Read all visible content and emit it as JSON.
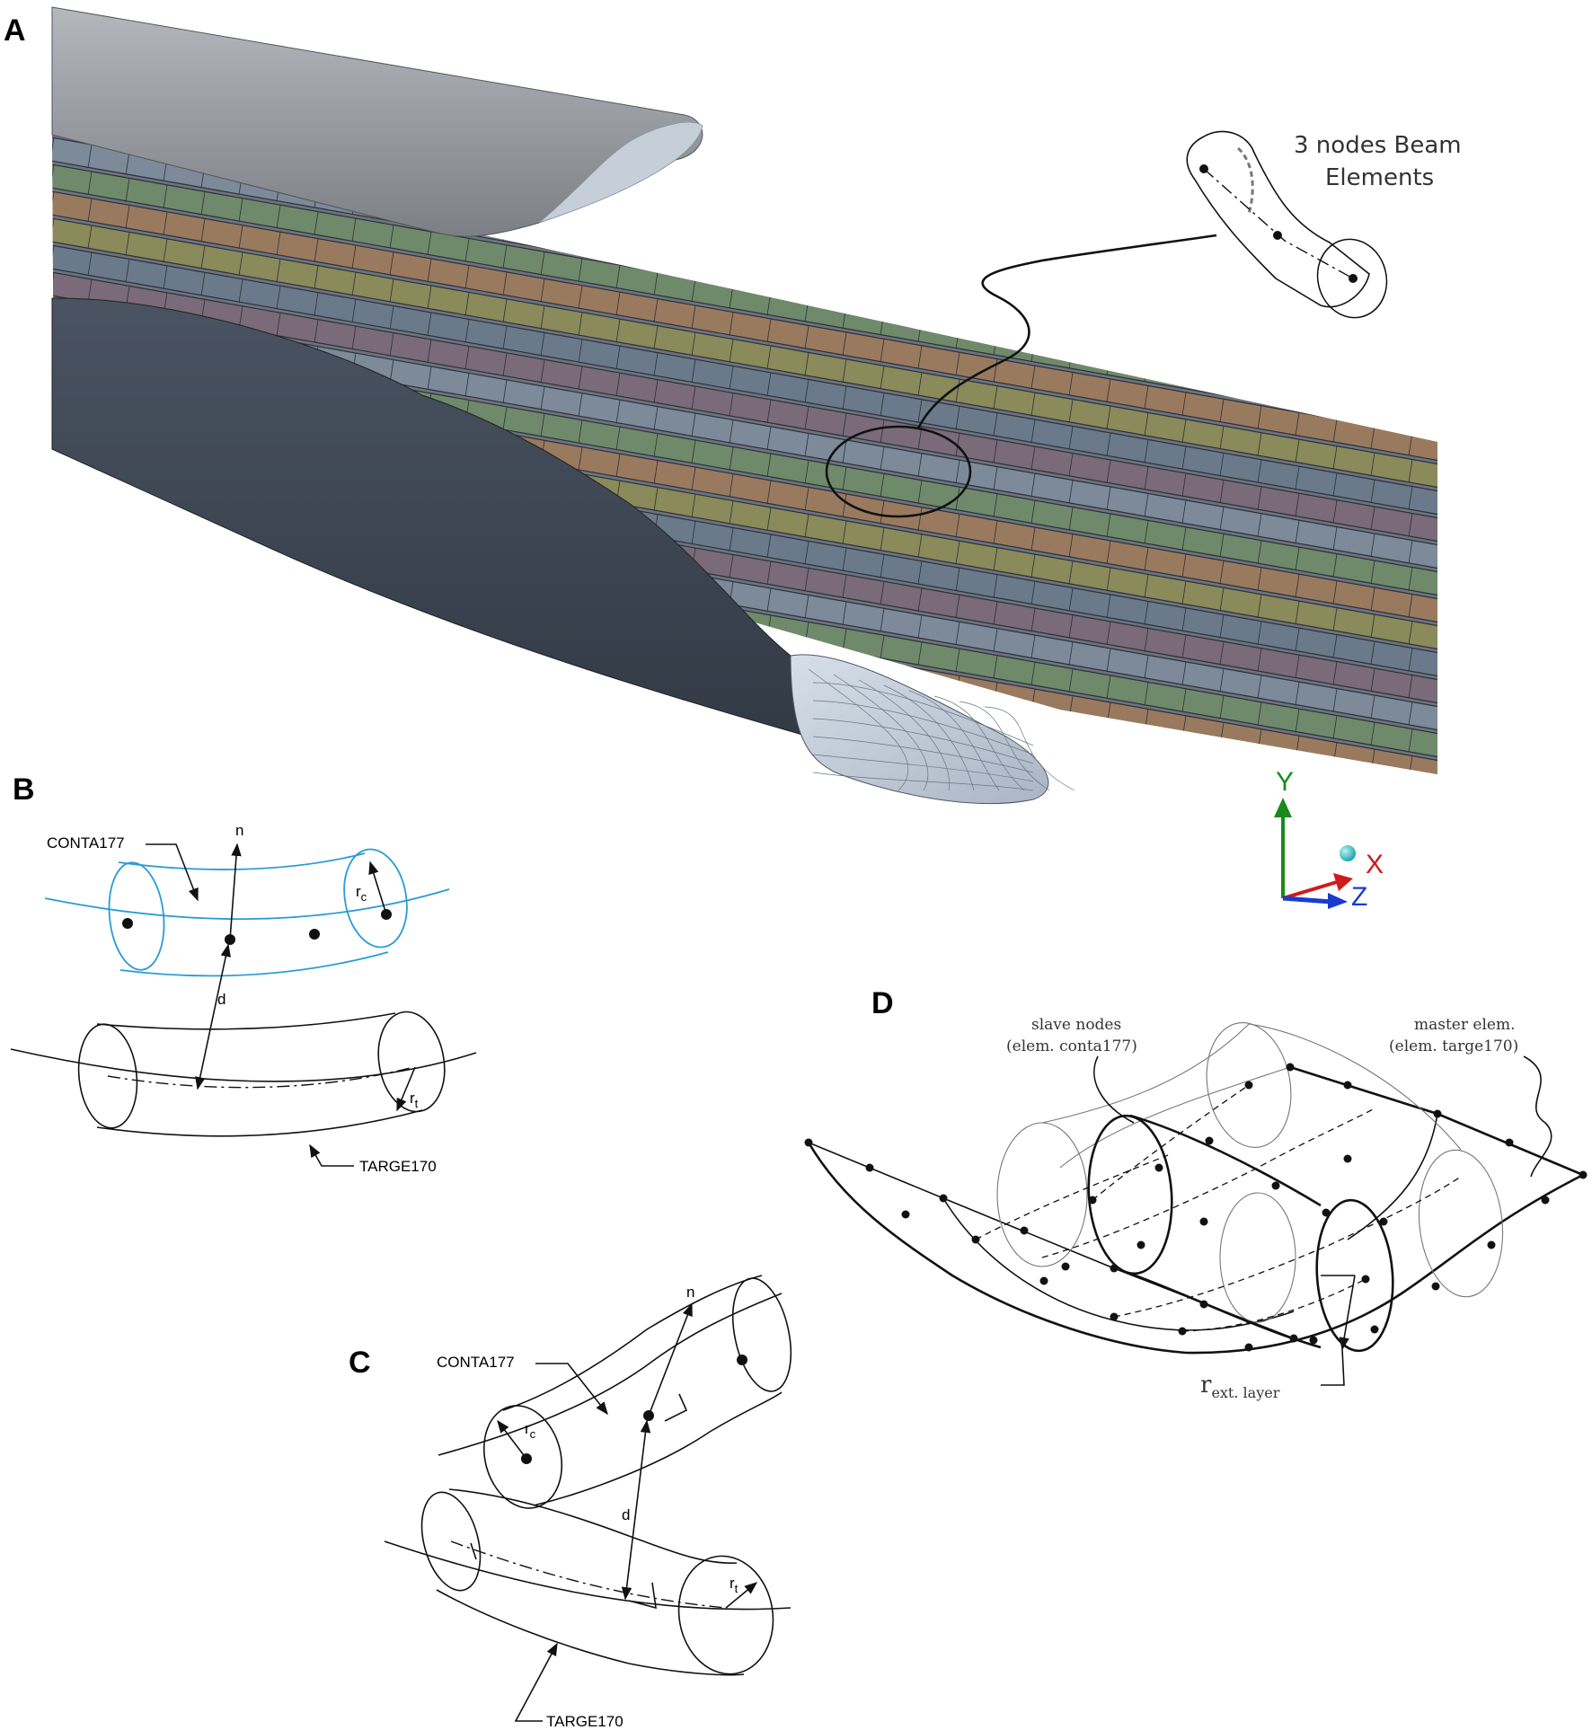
{
  "panels": {
    "a": {
      "label": "A",
      "callout_line1": "3 nodes Beam",
      "callout_line2": "Elements"
    },
    "b": {
      "label": "B",
      "conta": "CONTA177",
      "targe": "TARGE170",
      "n": "n",
      "d": "d",
      "rc_main": "r",
      "rc_sub": "c",
      "rt_main": "r",
      "rt_sub": "t"
    },
    "c": {
      "label": "C",
      "conta": "CONTA177",
      "targe": "TARGE170",
      "n": "n",
      "d": "d",
      "rc_main": "r",
      "rc_sub": "c",
      "rt_main": "r",
      "rt_sub": "t"
    },
    "d": {
      "label": "D",
      "slave_line1": "slave nodes",
      "slave_line2": "(elem. conta177)",
      "master_line1": "master elem.",
      "master_line2": "(elem. targe170)",
      "r_main": "r",
      "r_sub": "ext. layer"
    }
  },
  "axes": {
    "y": "Y",
    "x": "X",
    "z": "Z"
  },
  "colors": {
    "sheath_dark": "#3d4552",
    "sheath_light": "#9a9ea3",
    "mesh": "#c8d2de",
    "blue_contact": "#2a9bd6",
    "axis_y": "#1a8a1a",
    "axis_x": "#d01a1a",
    "axis_z": "#1a3ad0",
    "strand_colors": [
      "#7c8a9a",
      "#6f8a6a",
      "#9a7a5e",
      "#8a8a5a",
      "#6a7a8a",
      "#7a6a7a"
    ]
  }
}
